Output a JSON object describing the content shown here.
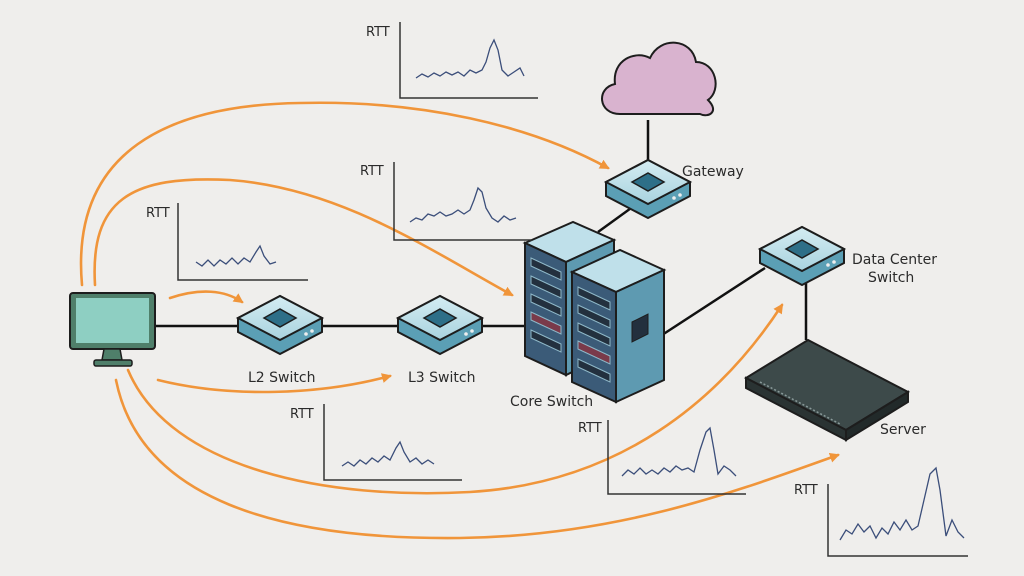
{
  "nodes": {
    "gateway": "Gateway",
    "dc_switch_line1": "Data Center",
    "dc_switch_line2": "Switch",
    "l2_switch": "L2 Switch",
    "l3_switch": "L3 Switch",
    "core_switch": "Core Switch",
    "server": "Server"
  },
  "rtt_label": "RTT",
  "colors": {
    "arrow": "#f0953a",
    "cloud": "#d9b3cf",
    "switch_body": "#6fb0c4",
    "switch_top": "#bfe0ea",
    "monitor": "#8ecfc2",
    "server": "#3d4a4a",
    "sparkline": "#3b4e7a"
  }
}
